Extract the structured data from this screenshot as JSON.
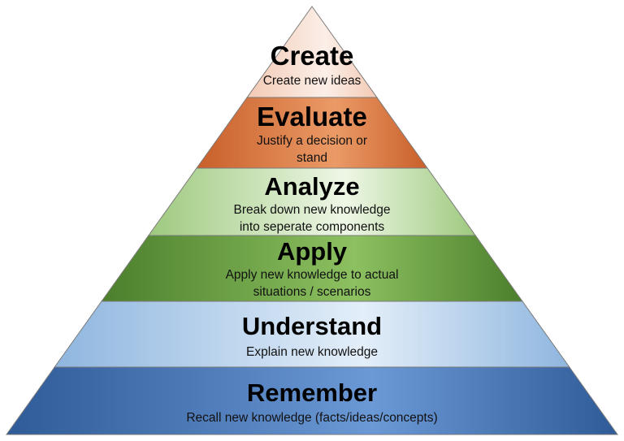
{
  "levels": [
    {
      "title": "Create",
      "lines": [
        "Create new ideas"
      ],
      "colors": [
        "#f3c9b4",
        "#fbefe8"
      ]
    },
    {
      "title": "Evaluate",
      "lines": [
        "Justify a decision or",
        "stand"
      ],
      "colors": [
        "#c85f2a",
        "#eb9a66"
      ]
    },
    {
      "title": "Analyze",
      "lines": [
        "Break down new knowledge",
        "into seperate components"
      ],
      "colors": [
        "#9ec97f",
        "#eef7e6"
      ]
    },
    {
      "title": "Apply",
      "lines": [
        "Apply new knowledge to actual",
        "situations / scenarios"
      ],
      "colors": [
        "#4c7f2c",
        "#8cc060"
      ]
    },
    {
      "title": "Understand",
      "lines": [
        "Explain new knowledge"
      ],
      "colors": [
        "#8fb6df",
        "#e3eef9"
      ]
    },
    {
      "title": "Remember",
      "lines": [
        "Recall new knowledge (facts/ideas/concepts)"
      ],
      "colors": [
        "#2f5b98",
        "#6b99d6"
      ]
    }
  ]
}
